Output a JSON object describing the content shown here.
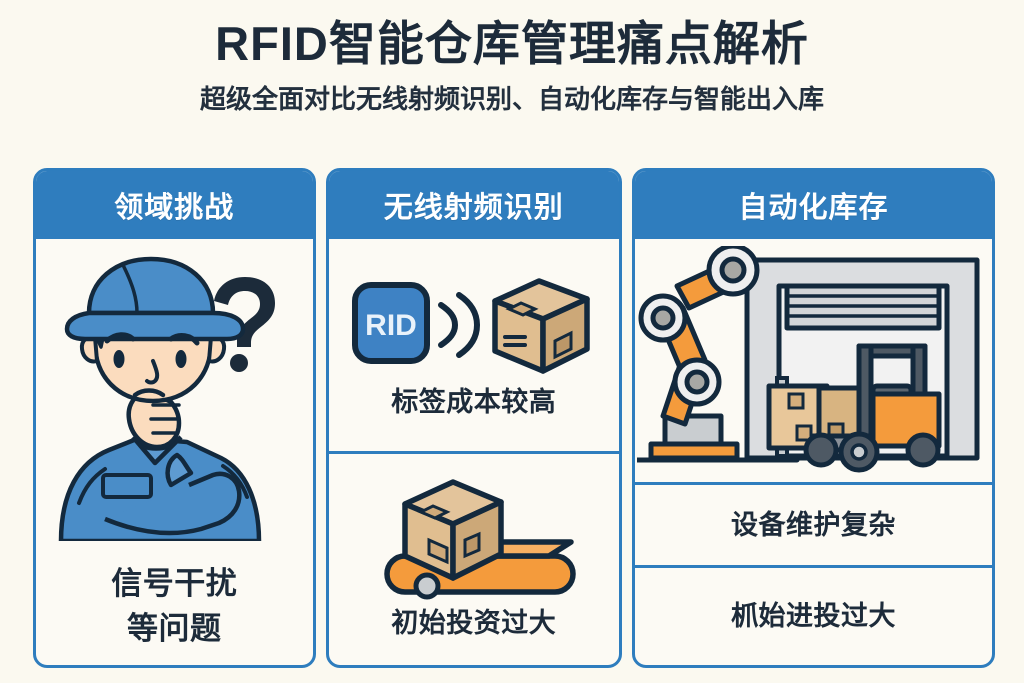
{
  "header": {
    "title": "RFID智能仓库管理痛点解析",
    "subtitle": "超级全面对比无线射频识别、自动化库存与智能出入库"
  },
  "colors": {
    "background": "#FBF9F0",
    "card_background": "#FCFAF4",
    "accent_blue": "#2F7DBE",
    "header_text": "#FFFFFF",
    "ink": "#1D2B3A",
    "orange": "#F49B3C",
    "box_tan": "#E8C79A",
    "skin": "#FBDCBE",
    "grey": "#D7D9DB"
  },
  "columns": [
    {
      "id": "domain-challenge",
      "header": "领域挑战",
      "cells": [
        {
          "id": "worker-thinking",
          "icon": "thinking-worker-icon",
          "label_lines": [
            "信号干扰",
            "等问题"
          ]
        }
      ]
    },
    {
      "id": "rfid",
      "header": "无线射频识别",
      "cells": [
        {
          "id": "rfid-tag",
          "icon": "rfid-tag-signal-box-icon",
          "tag_text": "RID",
          "label": "标签成本较高"
        },
        {
          "id": "conveyor",
          "icon": "conveyor-belt-box-icon",
          "label": "初始投资过大"
        }
      ]
    },
    {
      "id": "automated-inventory",
      "header": "自动化库存",
      "cells": [
        {
          "id": "warehouse-robot",
          "icon": "robot-arm-warehouse-forklift-icon",
          "label": "设备维护复杂"
        },
        {
          "id": "investment",
          "label": "枛始进投过大"
        }
      ]
    }
  ]
}
